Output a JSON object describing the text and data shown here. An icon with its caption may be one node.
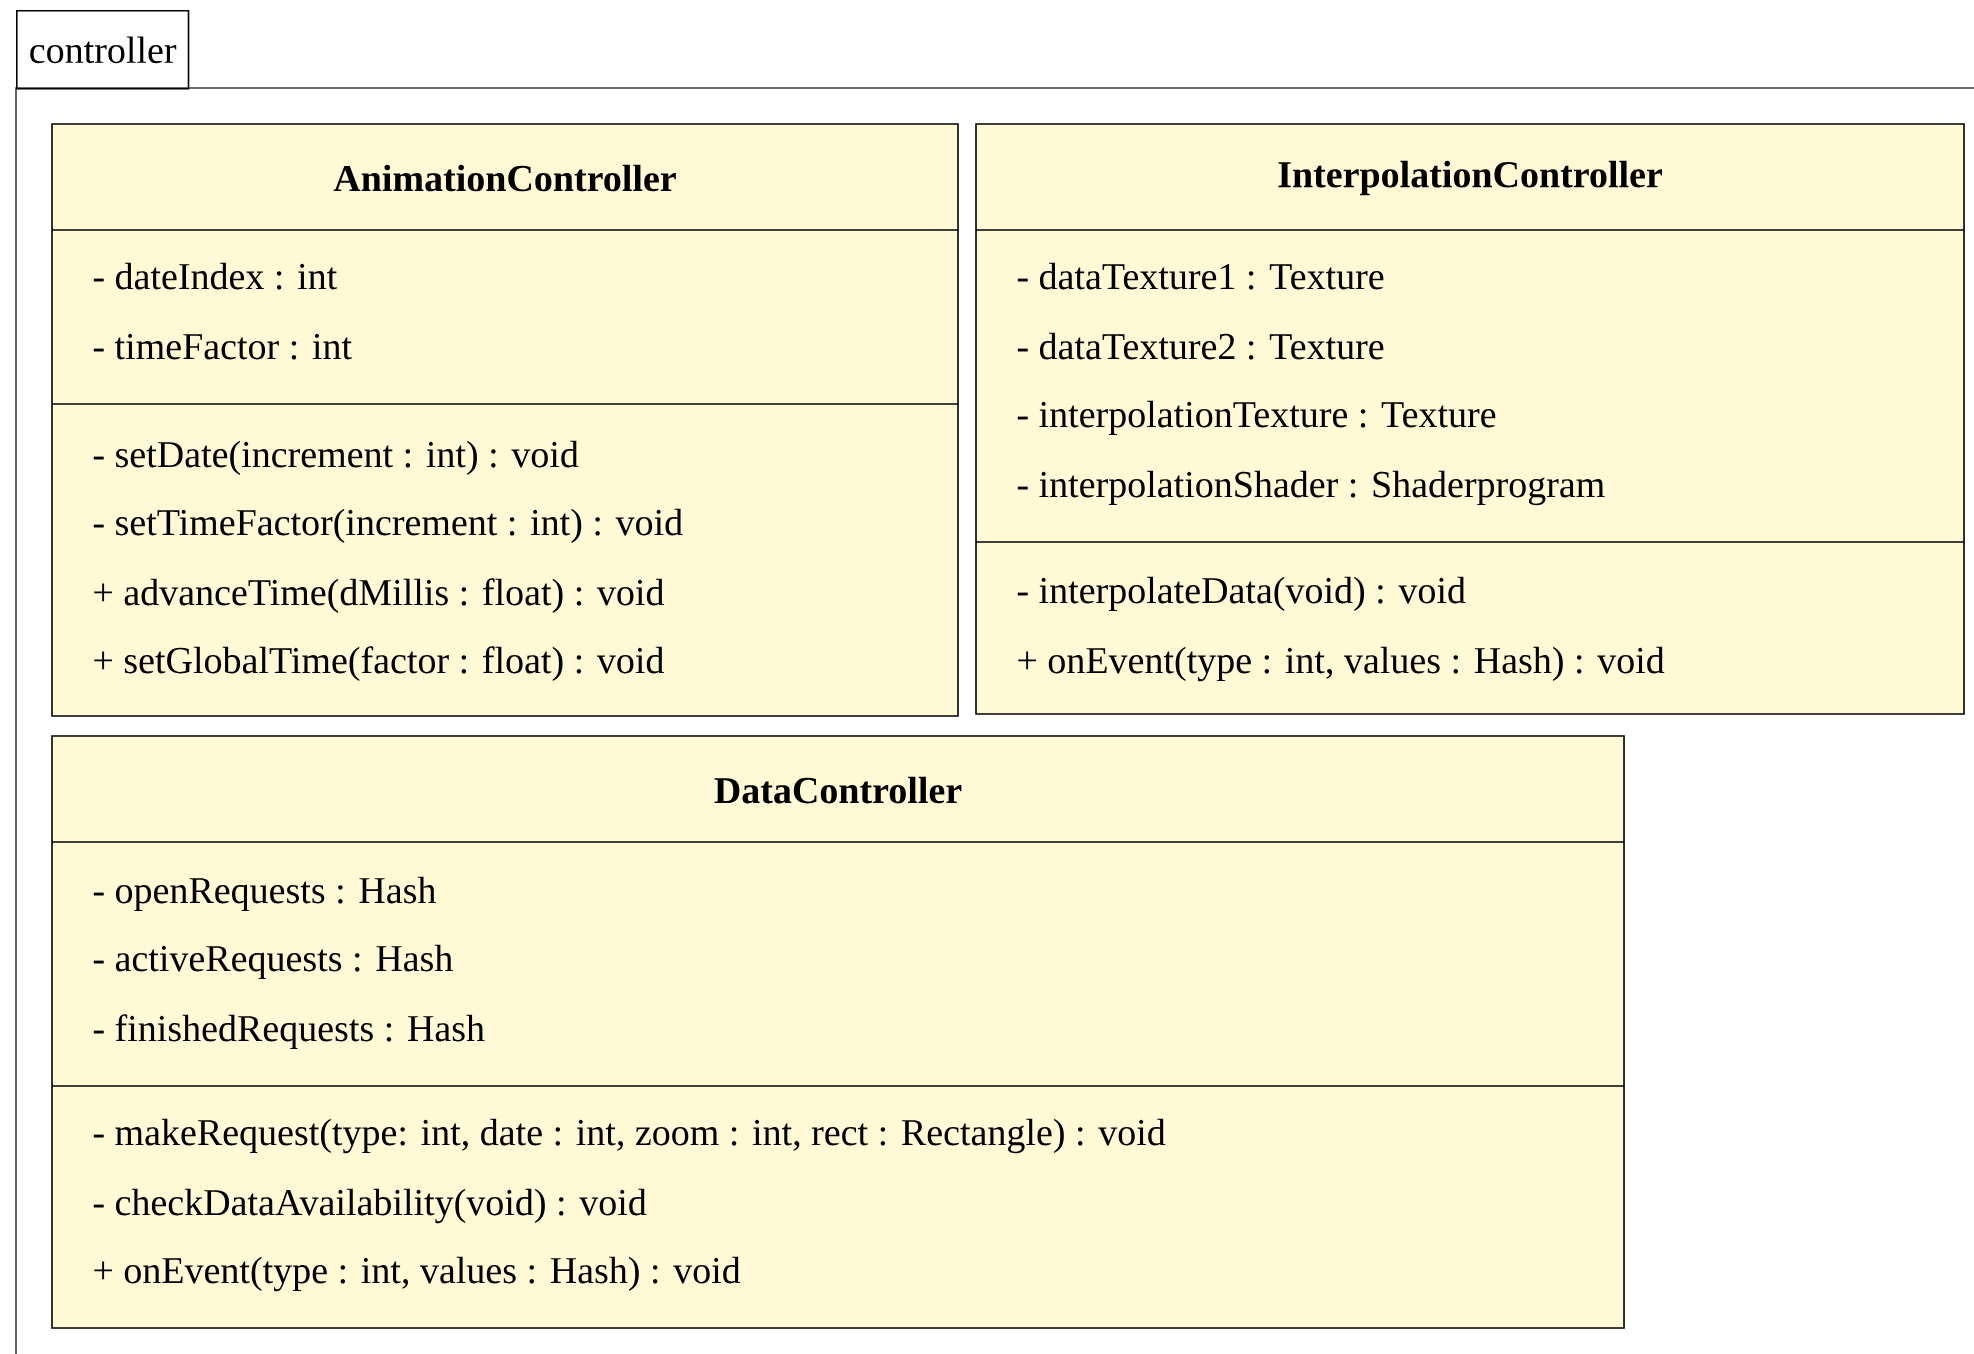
{
  "diagram": {
    "nodes": [
      {
        "text": [
          "controller"
        ]
      },
      {
        "text": [
          "AnimationController",
          "- dateIndex : int",
          "- timeFactor : int",
          "- setDate(increment : int) : void",
          "- setTimeFactor(increment : int) : void",
          "+ advanceTime(dMillis : float) : void",
          "+ setGlobalTime(factor : float) : void"
        ],
        "in": 0
      },
      {
        "text": [
          "InterpolationController",
          "- dataTexture1 : Texture",
          "- dataTexture2 : Texture",
          "- interpolationTexture : Texture",
          "- interpolationShader : Shaderprogram",
          "- interpolateData(void) : void",
          "+ onEvent(type : int, values : Hash) : void"
        ],
        "in": 0
      },
      {
        "text": [
          "DataController",
          "- openRequests : Hash",
          "- activeRequests : Hash",
          "- finishedRequests : Hash",
          "- makeRequest(type: int, date : int, zoom : int, rect : Rectangle) : void",
          "- checkDataAvailability(void) : void",
          "+ onEvent(type : int, values : Hash) : void"
        ],
        "in": 0
      }
    ]
  }
}
